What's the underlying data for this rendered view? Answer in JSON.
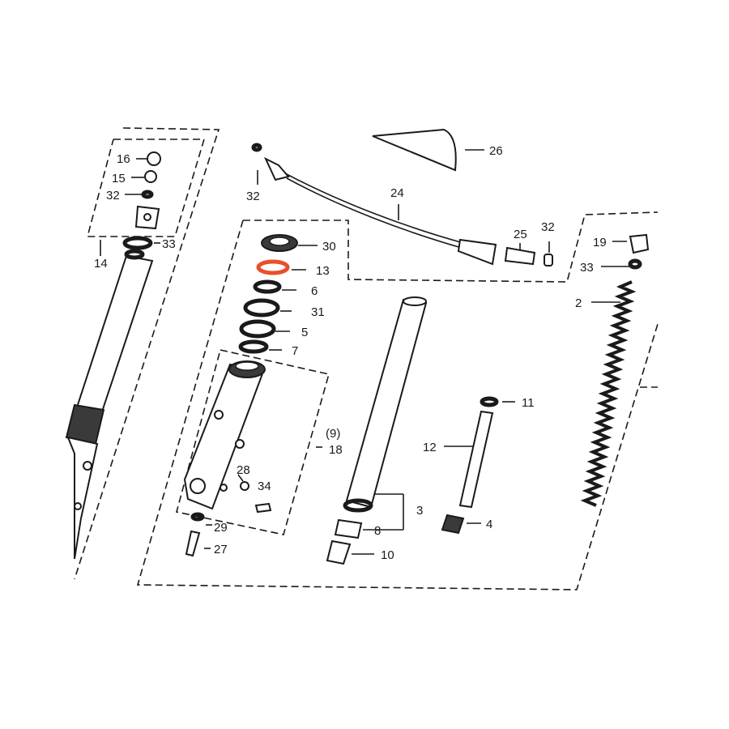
{
  "highlight_color": "#e8502a",
  "callouts": {
    "p2": "2",
    "p3": "3",
    "p4": "4",
    "p5": "5",
    "p6": "6",
    "p7": "7",
    "p8": "8",
    "p9": "(9)",
    "p10": "10",
    "p11": "11",
    "p12": "12",
    "p13": "13",
    "p14": "14",
    "p15": "15",
    "p16": "16",
    "p18": "18",
    "p19": "19",
    "p24": "24",
    "p25": "25",
    "p26": "26",
    "p27": "27",
    "p28": "28",
    "p29": "29",
    "p30": "30",
    "p31": "31",
    "p32a": "32",
    "p32b": "32",
    "p32c": "32",
    "p33a": "33",
    "p33b": "33",
    "p34": "34"
  }
}
